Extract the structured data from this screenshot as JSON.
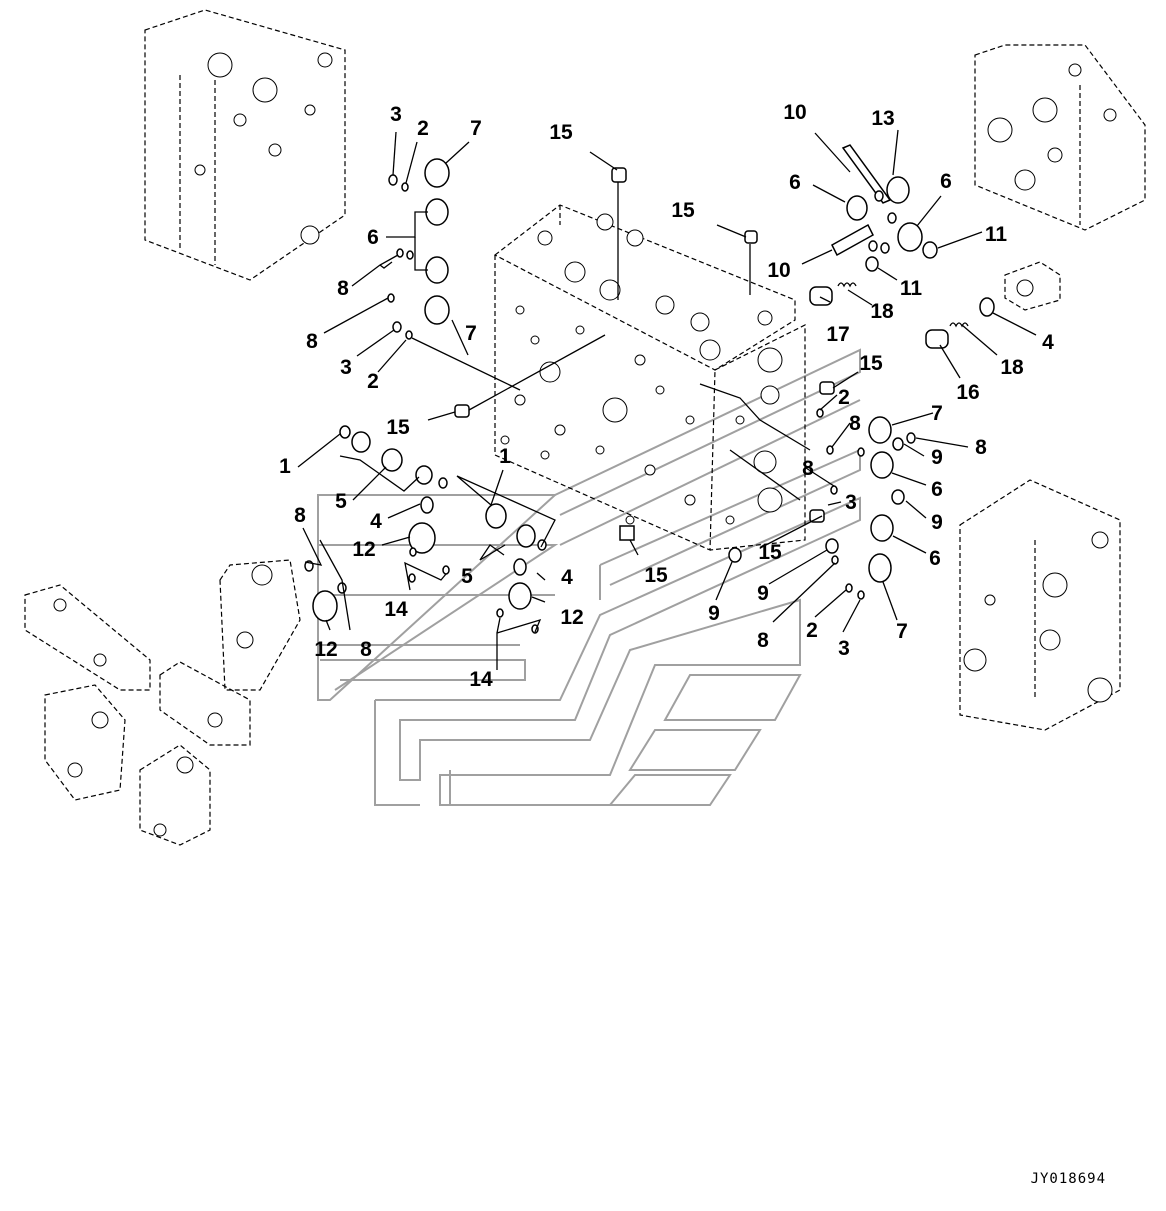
{
  "drawing_code": "JY018694",
  "callouts": [
    {
      "text": "3"
    },
    {
      "text": "2"
    },
    {
      "text": "7"
    },
    {
      "text": "6"
    },
    {
      "text": "8"
    },
    {
      "text": "8"
    },
    {
      "text": "7"
    },
    {
      "text": "3"
    },
    {
      "text": "2"
    },
    {
      "text": "15"
    },
    {
      "text": "15"
    },
    {
      "text": "15"
    },
    {
      "text": "10"
    },
    {
      "text": "13"
    },
    {
      "text": "6"
    },
    {
      "text": "6"
    },
    {
      "text": "11"
    },
    {
      "text": "10"
    },
    {
      "text": "11"
    },
    {
      "text": "17"
    },
    {
      "text": "18"
    },
    {
      "text": "4"
    },
    {
      "text": "18"
    },
    {
      "text": "16"
    },
    {
      "text": "15"
    },
    {
      "text": "2"
    },
    {
      "text": "8"
    },
    {
      "text": "7"
    },
    {
      "text": "8"
    },
    {
      "text": "9"
    },
    {
      "text": "6"
    },
    {
      "text": "8"
    },
    {
      "text": "3"
    },
    {
      "text": "9"
    },
    {
      "text": "15"
    },
    {
      "text": "6"
    },
    {
      "text": "9"
    },
    {
      "text": "9"
    },
    {
      "text": "8"
    },
    {
      "text": "2"
    },
    {
      "text": "3"
    },
    {
      "text": "7"
    },
    {
      "text": "15"
    },
    {
      "text": "1"
    },
    {
      "text": "1"
    },
    {
      "text": "5"
    },
    {
      "text": "4"
    },
    {
      "text": "12"
    },
    {
      "text": "8"
    },
    {
      "text": "5"
    },
    {
      "text": "4"
    },
    {
      "text": "14"
    },
    {
      "text": "12"
    },
    {
      "text": "12"
    },
    {
      "text": "8"
    },
    {
      "text": "14"
    }
  ]
}
